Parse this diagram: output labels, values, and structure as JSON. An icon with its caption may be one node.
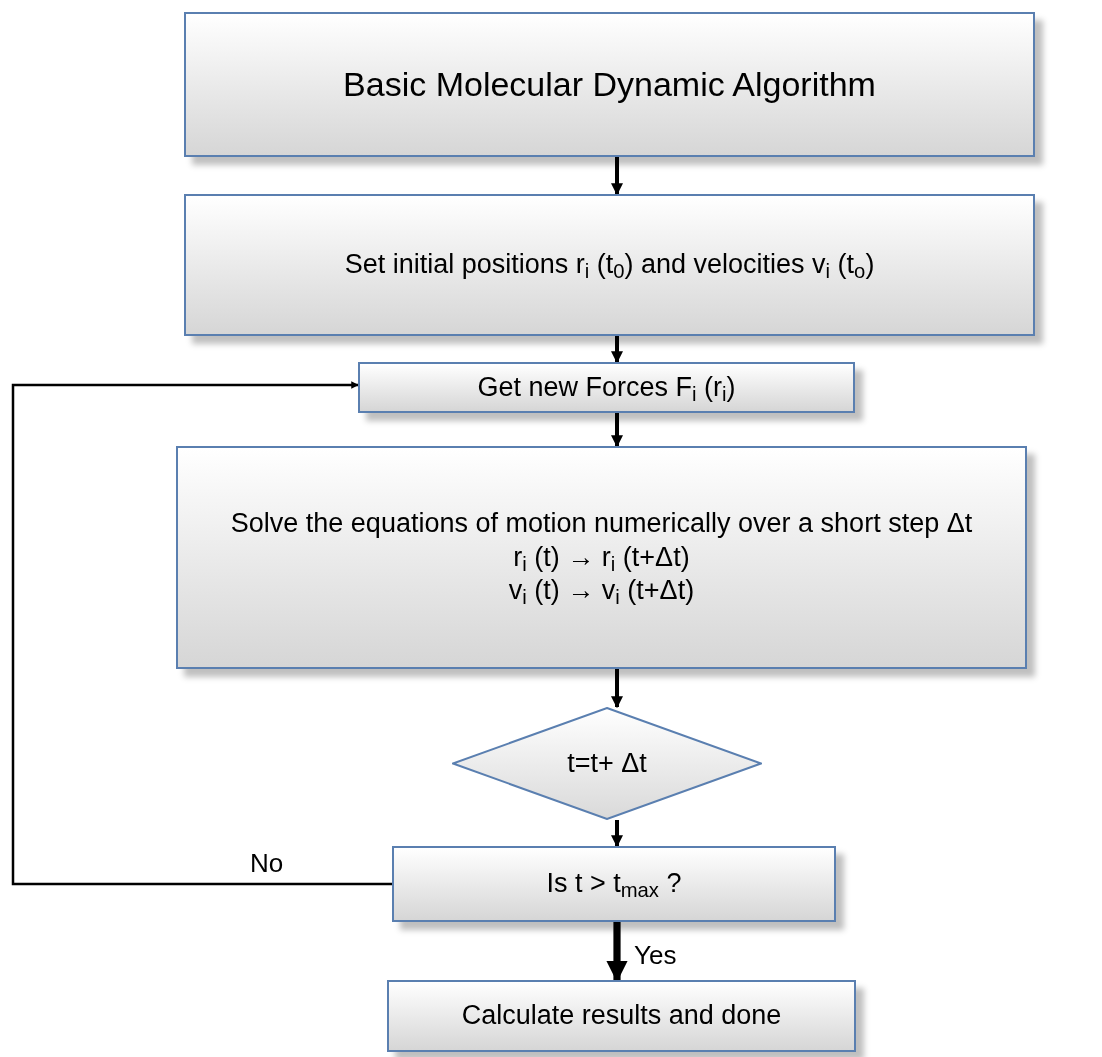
{
  "diagram": {
    "nodes": [
      {
        "text": [
          "Basic Molecular Dynamic Algorithm"
        ]
      },
      {
        "text": [
          "Set initial positions r$_{i}$ (t$_{0}$) and velocities v$_{i}$ (t$_{o}$)"
        ]
      },
      {
        "text": [
          "Get new Forces F$_{i}$ (r$_{i}$)"
        ]
      },
      {
        "text": [
          "Solve the equations of motion numerically over a short step Δt",
          "r$_{i}$ (t) → r$_{i}$ (t+Δt)",
          "v$_{i}$ (t) → v$_{i}$ (t+Δt)"
        ]
      },
      {
        "text": [
          "t=t+ Δt"
        ]
      },
      {
        "text": [
          "Is t > t$_{max}$ ?"
        ]
      },
      {
        "text": [
          "Calculate results and done"
        ]
      }
    ],
    "edges": [
      {
        "from": 0,
        "to": 1,
        "arrow": "to"
      },
      {
        "from": 1,
        "to": 2,
        "arrow": "to"
      },
      {
        "from": 2,
        "to": 3,
        "arrow": "to"
      },
      {
        "from": 3,
        "to": 4,
        "arrow": "to"
      },
      {
        "from": 4,
        "to": 5,
        "arrow": "to"
      },
      {
        "from": 5,
        "to": 2,
        "arrow": "to",
        "label": "No"
      },
      {
        "from": 5,
        "to": 6,
        "arrow": "to",
        "label": "Yes",
        "style": "thick"
      }
    ]
  }
}
